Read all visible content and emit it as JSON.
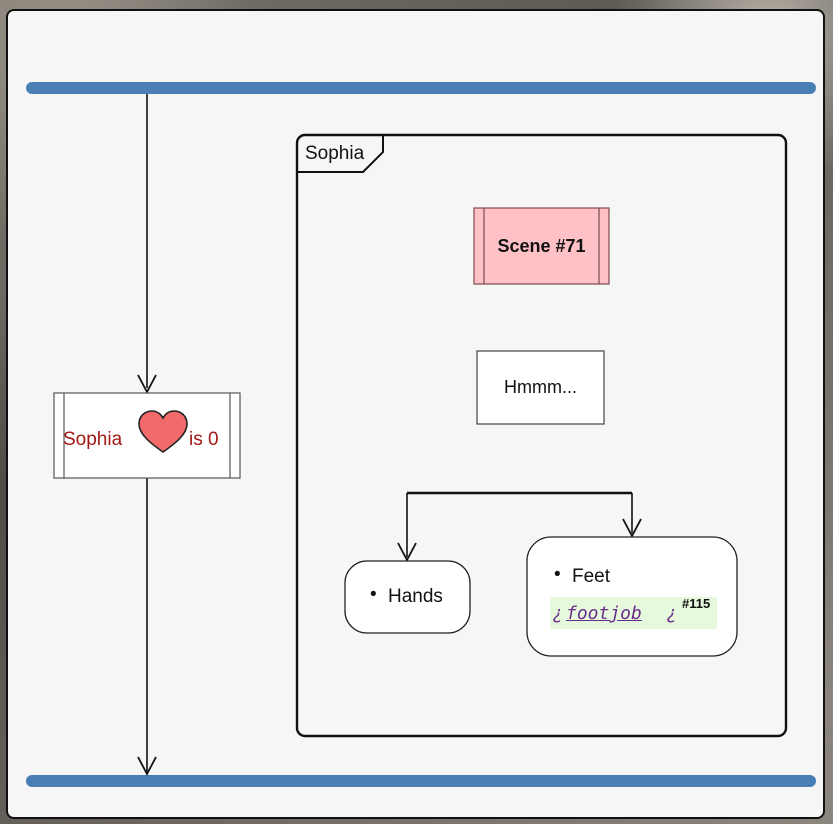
{
  "diagram": {
    "partition_label": "Sophia",
    "scene_label": "Scene #71",
    "say_label": "Hmmm...",
    "variable": {
      "name": "Sophia",
      "icon": "heart-icon",
      "suffix": "is 0",
      "text_color": "#a11a14",
      "heart_color": "#f26a6a"
    },
    "choices": [
      {
        "bullet": "•",
        "label": "Hands"
      },
      {
        "bullet": "•",
        "label": "Feet",
        "tag_open": "¿",
        "tag_text": "footjob",
        "tag_close": "¿",
        "tag_ref": "#115"
      }
    ],
    "colors": {
      "sync_bar": "#4a7fb5",
      "scene_fill": "#ffc0c6",
      "tag_bg": "#e6f9dc",
      "tag_link": "#6b2d8c"
    }
  }
}
